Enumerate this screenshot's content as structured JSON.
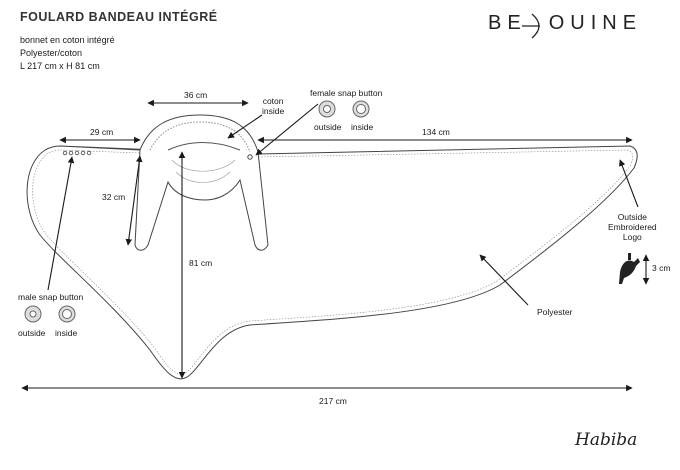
{
  "header": {
    "title": "FOULARD BANDEAU INTÉGRÉ",
    "line1": "bonnet en coton intégré",
    "line2": "Polyester/coton",
    "line3": "L 217 cm x H 81 cm"
  },
  "brand": {
    "logo_left": "BE",
    "logo_right": "OUINE",
    "signature": "Habiba"
  },
  "dimensions": {
    "hat_width": "36 cm",
    "left_width": "29 cm",
    "right_length": "134 cm",
    "flap_height": "32 cm",
    "height": "81 cm",
    "total_length": "217 cm",
    "logo_size": "3 cm"
  },
  "callouts": {
    "coton_inside": "coton\ninside",
    "female_snap": "female snap button",
    "male_snap": "male snap button",
    "outside_a": "outside",
    "inside_a": "inside",
    "outside_b": "outside",
    "inside_b": "inside",
    "embroidered_logo": "Outside\nEmbroidered\nLogo",
    "polyester": "Polyester"
  },
  "colors": {
    "line": "#1a1a1a",
    "outline": "#444444"
  }
}
